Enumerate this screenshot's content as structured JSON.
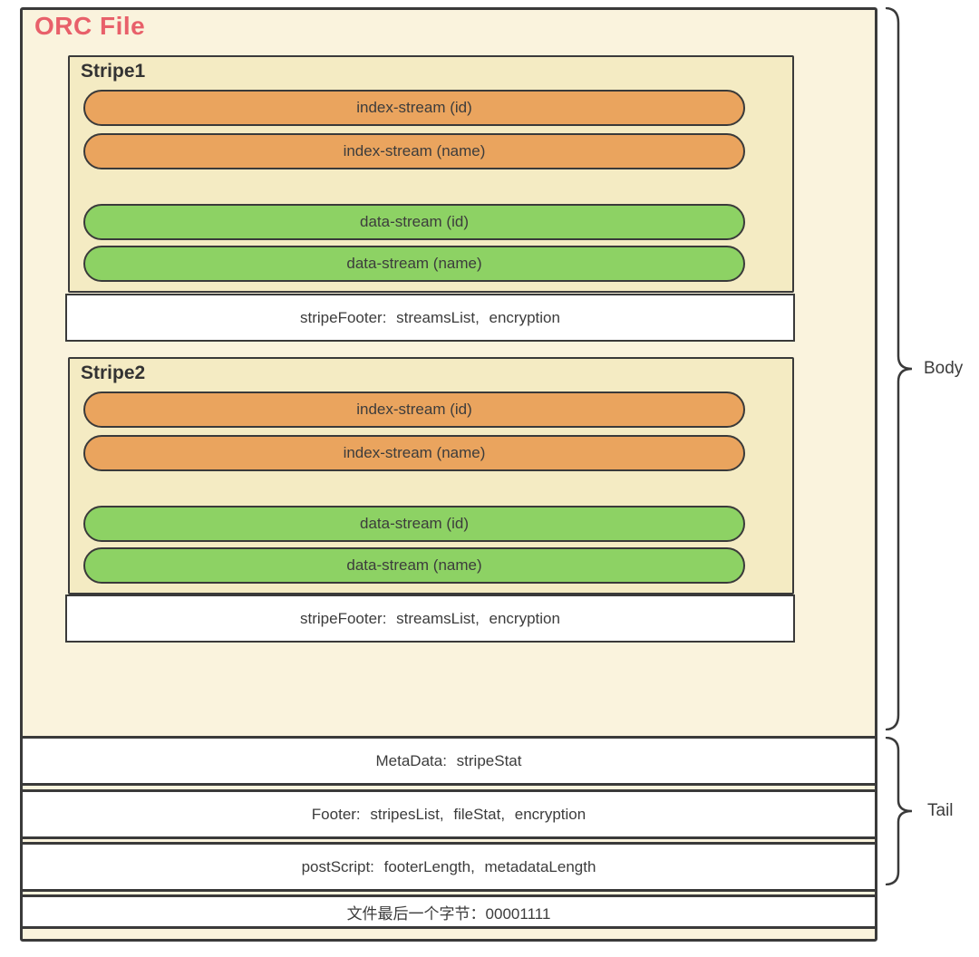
{
  "orc_file": {
    "title": "ORC File"
  },
  "stripes": [
    {
      "title": "Stripe1",
      "index_streams": [
        "index-stream (id)",
        "index-stream (name)"
      ],
      "data_streams": [
        "data-stream (id)",
        "data-stream (name)"
      ],
      "footer": "stripeFooter: streamsList, encryption"
    },
    {
      "title": "Stripe2",
      "index_streams": [
        "index-stream (id)",
        "index-stream (name)"
      ],
      "data_streams": [
        "data-stream (id)",
        "data-stream (name)"
      ],
      "footer": "stripeFooter: streamsList, encryption"
    }
  ],
  "tail_rows": [
    "MetaData: stripeStat",
    "Footer: stripesList, fileStat, encryption",
    "postScript: footerLength, metadataLength"
  ],
  "last_byte_row": "文件最后一个字节：00001111",
  "braces": {
    "body": "Body",
    "tail": "Tail"
  },
  "colors": {
    "title_red": "#E8606A",
    "file_bg": "#FAF3DD",
    "stripe_bg": "#F4EBC3",
    "index_stream_orange": "#EAA45E",
    "data_stream_green": "#8DD264",
    "border_dark": "#3A3A3A",
    "row_bg": "#FFFFFF"
  }
}
